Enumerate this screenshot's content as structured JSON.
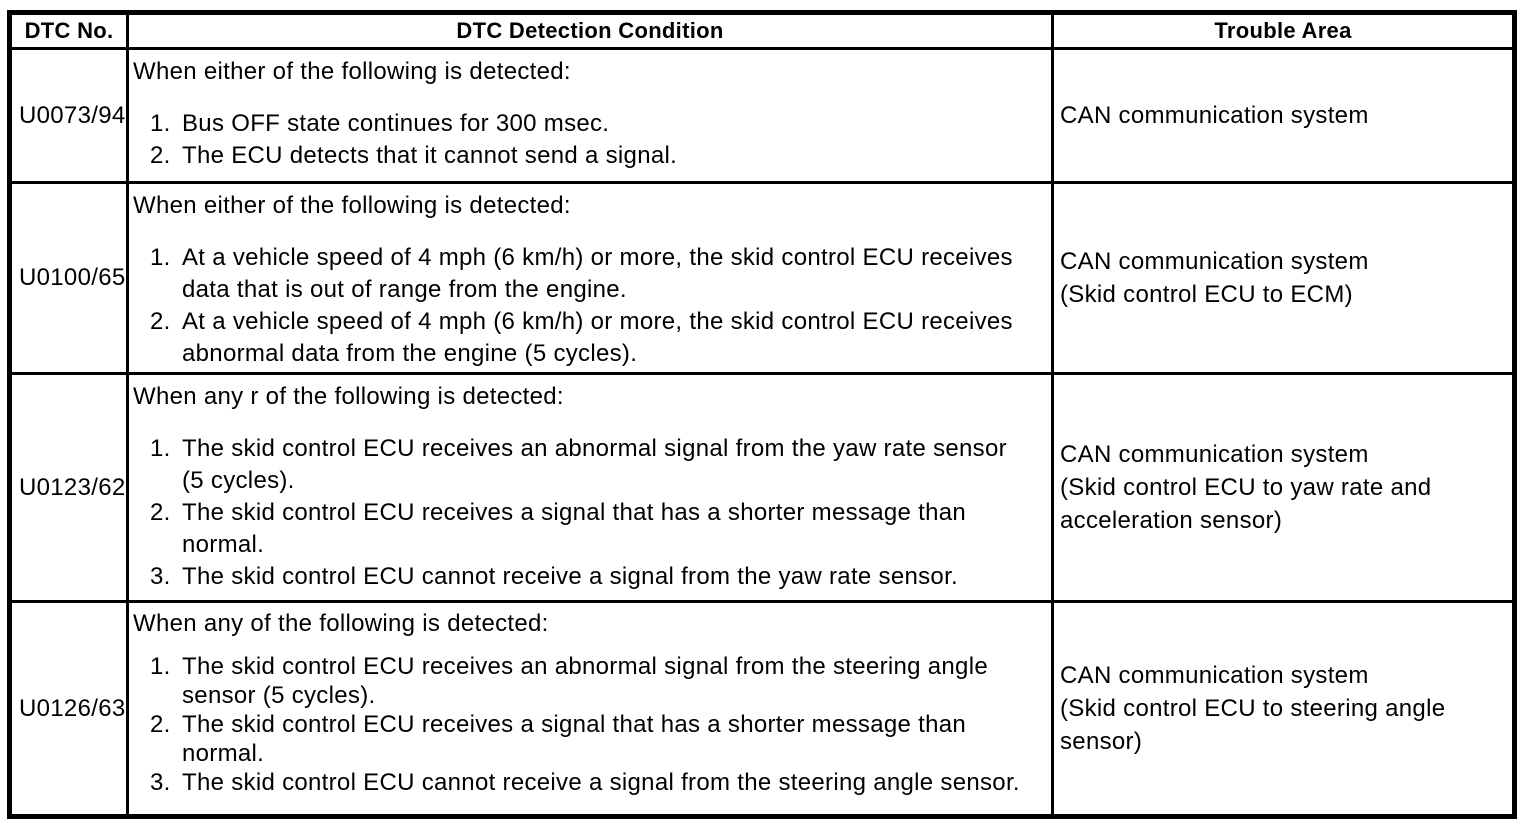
{
  "colors": {
    "background": "#ffffff",
    "text": "#000000",
    "border": "#000000"
  },
  "table": {
    "headers": {
      "dtc_no": "DTC No.",
      "condition": "DTC Detection Condition",
      "trouble_area": "Trouble Area"
    },
    "rows": [
      {
        "dtc_no": "U0073/94",
        "condition": {
          "intro": "When either of the following is detected:",
          "items": [
            {
              "num": "1.",
              "lines": [
                "Bus OFF state continues for 300 msec."
              ]
            },
            {
              "num": "2.",
              "lines": [
                "The ECU detects that it cannot send a signal."
              ]
            }
          ]
        },
        "trouble_area": {
          "lines": [
            "CAN communication system"
          ]
        }
      },
      {
        "dtc_no": "U0100/65",
        "condition": {
          "intro": "When either of the following is detected:",
          "items": [
            {
              "num": "1.",
              "lines": [
                "At a vehicle speed of 4 mph (6 km/h) or more, the skid control ECU receives",
                "data that is out of range from the engine."
              ]
            },
            {
              "num": "2.",
              "lines": [
                "At a vehicle speed of 4 mph (6 km/h) or more, the skid control ECU receives",
                "abnormal data from the engine (5 cycles)."
              ]
            }
          ]
        },
        "trouble_area": {
          "lines": [
            "CAN communication system",
            "(Skid control ECU to ECM)"
          ]
        }
      },
      {
        "dtc_no": "U0123/62",
        "condition": {
          "intro": "When any r of the following is detected:",
          "items": [
            {
              "num": "1.",
              "lines": [
                "The skid control ECU receives an abnormal signal from the yaw rate sensor",
                "(5 cycles)."
              ]
            },
            {
              "num": "2.",
              "lines": [
                "The skid control ECU receives a signal that has a shorter message than",
                "normal."
              ]
            },
            {
              "num": "3.",
              "lines": [
                "The skid control ECU cannot receive a signal from the yaw rate sensor."
              ]
            }
          ]
        },
        "trouble_area": {
          "lines": [
            "CAN communication system",
            "(Skid control ECU to yaw rate and",
            "acceleration sensor)"
          ]
        }
      },
      {
        "dtc_no": "U0126/63",
        "condition": {
          "intro": "When any of the following is detected:",
          "items": [
            {
              "num": "1.",
              "lines": [
                "The skid control ECU receives an abnormal signal from the steering angle",
                "sensor (5 cycles)."
              ]
            },
            {
              "num": "2.",
              "lines": [
                "The skid control ECU receives a signal that has a shorter message than",
                "normal."
              ]
            },
            {
              "num": "3.",
              "lines": [
                "The skid control ECU cannot receive a signal from the steering angle sensor."
              ]
            }
          ]
        },
        "trouble_area": {
          "lines": [
            "CAN communication system",
            "(Skid control ECU to steering angle",
            "sensor)"
          ]
        }
      }
    ]
  }
}
